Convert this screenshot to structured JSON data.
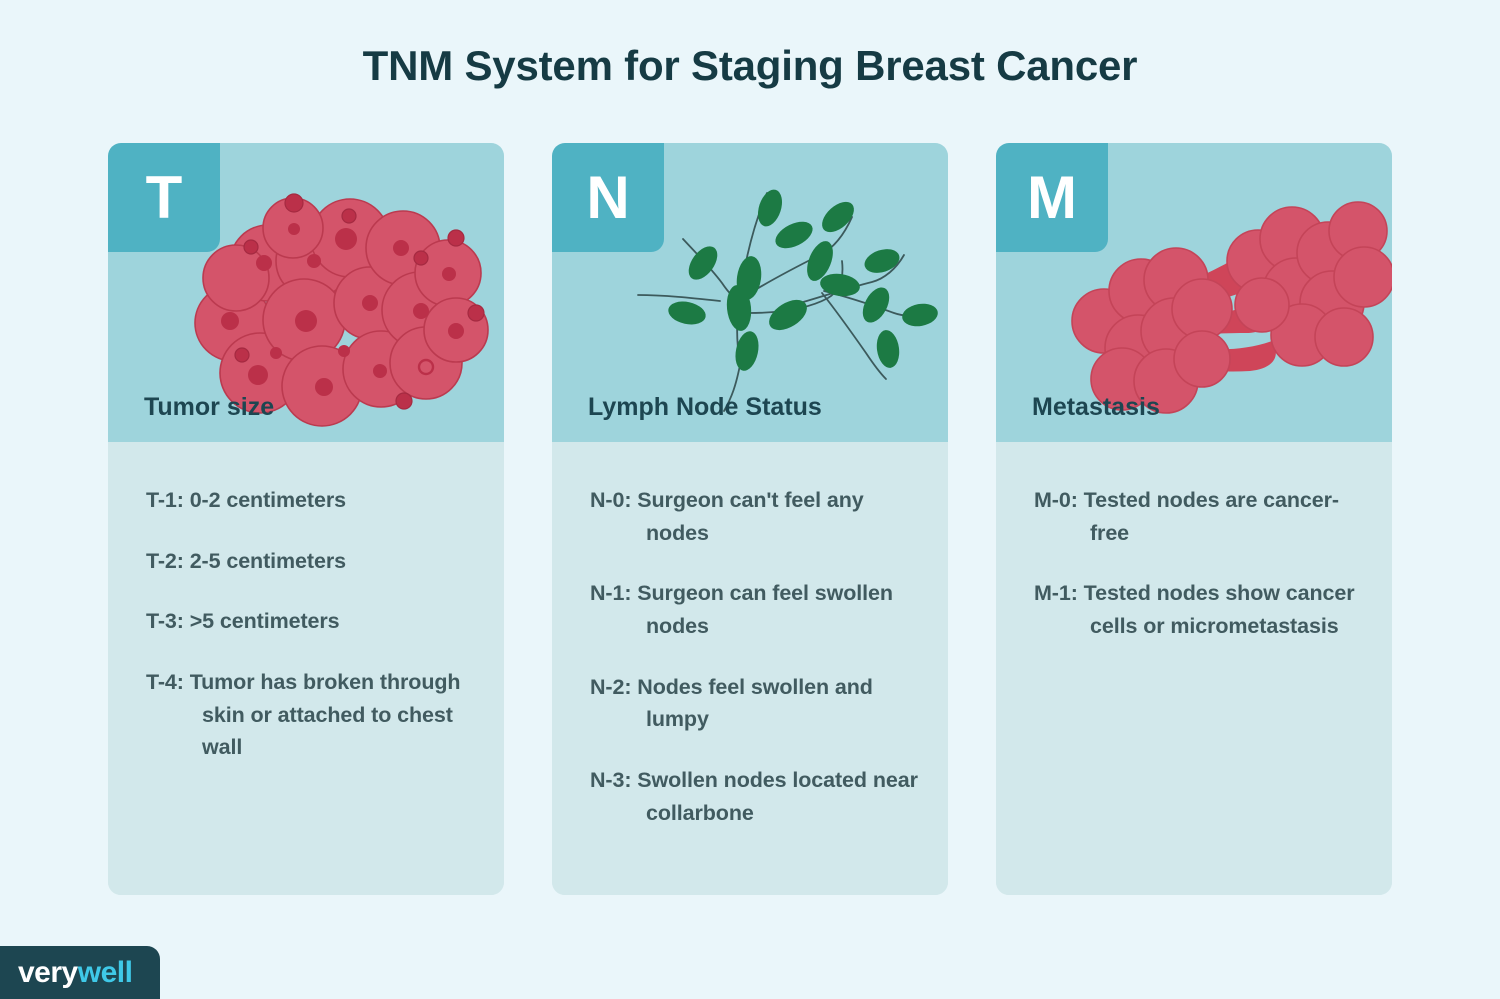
{
  "title": "TNM System for Staging Breast Cancer",
  "colors": {
    "page_background": "#eaf6fa",
    "card_top": "#9ed4dc",
    "card_body": "#d2e8eb",
    "badge": "#4fb2c3",
    "title_text": "#163b44",
    "caption_text": "#1d4651",
    "entry_text": "#415b60",
    "tumor_cell": "#d4546a",
    "tumor_nucleus": "#bb3049",
    "lymph_node": "#1c7a44",
    "logo_background": "#1d4651",
    "logo_accent": "#3fc9e8"
  },
  "cards": [
    {
      "badge": "T",
      "caption": "Tumor size",
      "illustration": "tumor-cell-cluster-illustration",
      "entries": [
        "T-1: 0-2 centimeters",
        "T-2: 2-5 centimeters",
        "T-3: >5 centimeters",
        "T-4: Tumor has broken through skin or attached to chest wall"
      ]
    },
    {
      "badge": "N",
      "caption": "Lymph Node Status",
      "illustration": "lymph-node-network-illustration",
      "entries": [
        "N-0: Surgeon can't feel any nodes",
        "N-1: Surgeon can feel swollen nodes",
        "N-2: Nodes feel swollen and lumpy",
        "N-3: Swollen nodes located near collarbone"
      ]
    },
    {
      "badge": "M",
      "caption": "Metastasis",
      "illustration": "metastasis-spread-illustration",
      "entries": [
        "M-0: Tested nodes are cancer-free",
        "M-1: Tested nodes show cancer cells or micrometastasis"
      ]
    }
  ],
  "logo": {
    "part_one": "very",
    "part_two": "well"
  }
}
